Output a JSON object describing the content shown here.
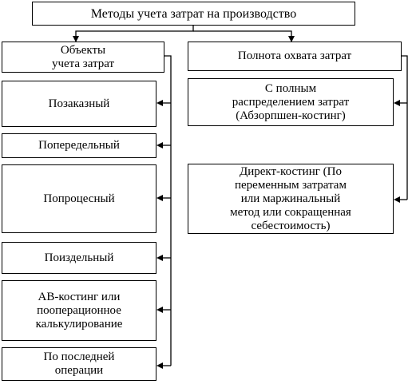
{
  "diagram": {
    "title": "Методы учета затрат на производство",
    "objects_header": "Объекты\nучета затрат",
    "coverage_header": "Полнота охвата затрат",
    "objects": [
      "Позаказный",
      "Попередельный",
      "Попроцесный",
      "Поиздельный",
      "АВ-костинг или\nпооперационное\nкалькулирование",
      "По последней\nоперации"
    ],
    "coverage": [
      "С полным\nраспределением затрат\n(Абзорпшен-костинг)",
      "Директ-костинг (По\nпеременным затратам\nили маржинальный\nметод или сокращенная\nсебестоимость)"
    ]
  }
}
